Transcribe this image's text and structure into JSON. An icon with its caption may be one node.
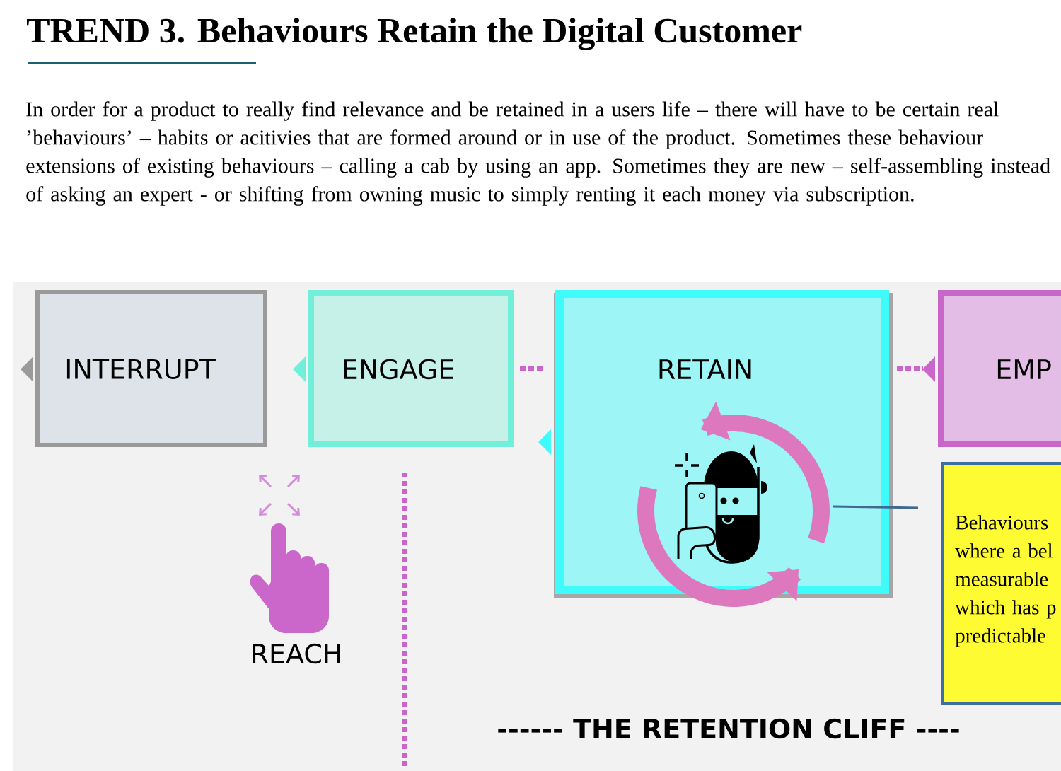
{
  "diagram": {
    "title": "TREND 3. Behaviours Retain the Digital Customer",
    "nodes": [
      {
        "text": [
          "INTERRUPT"
        ]
      },
      {
        "text": [
          "ENGAGE"
        ]
      },
      {
        "text": [
          "RETAIN"
        ]
      },
      {
        "text": [],
        "shape": "picture",
        "in": 2
      },
      {
        "text": [
          "EMP"
        ]
      },
      {
        "text": [
          "Behaviours where a bel measurable which has p predictable"
        ]
      }
    ],
    "edges": [
      {
        "from": 1,
        "to": 2,
        "arrow": "none",
        "style": "dashed"
      },
      {
        "from": 2,
        "to": 4,
        "arrow": "none",
        "style": "dashed"
      },
      {
        "from": 5,
        "to": 3,
        "arrow": "none",
        "color": "#41698f"
      }
    ],
    "labels": [
      "In order for a product to really find relevance and be retained in a users life – there will have to be certain real ’behaviours’ – habits or acitivies that are formed around or in use of the product.  Sometimes these  behaviour extensions of existing behaviours – calling a cab by using an app. Sometimes they are new – self-assembling instead of asking an expert - or shifting from owning music to simply renting it each money via subscription.",
      "REACH",
      "------ THE RETENTION CLIFF ----"
    ]
  }
}
